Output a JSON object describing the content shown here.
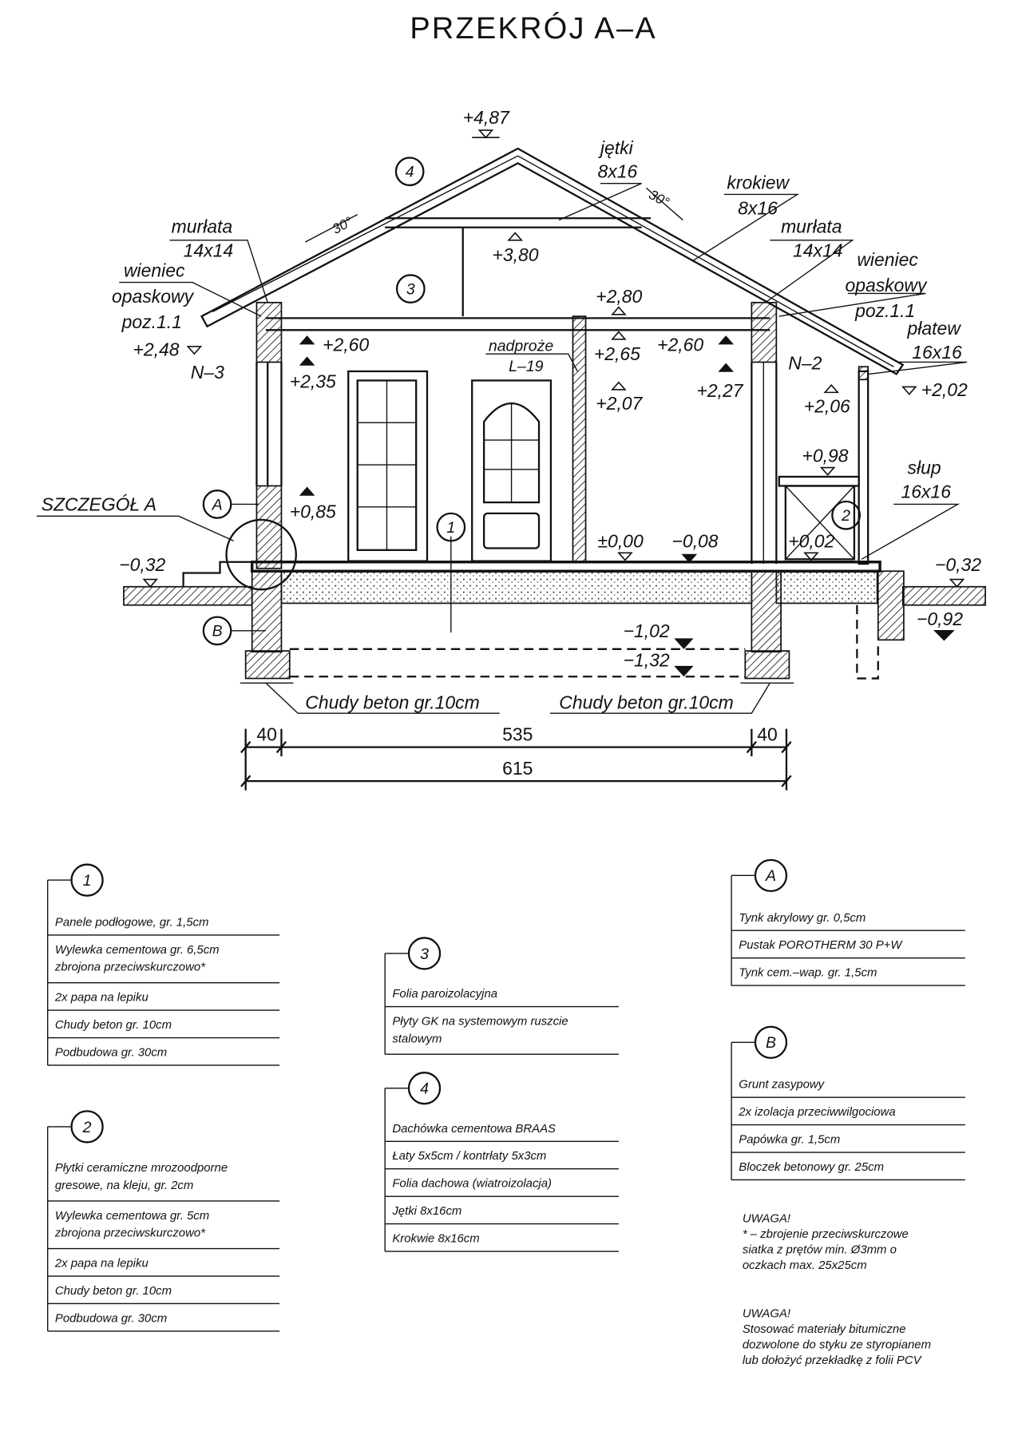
{
  "title": "PRZEKRÓJ A–A",
  "labels": {
    "jetki": "jętki",
    "jetki_size": "8x16",
    "krokiew": "krokiew",
    "krokiew_size": "8x16",
    "murlata_l": "murłata",
    "murlata_l_size": "14x14",
    "murlata_r": "murłata",
    "murlata_r_size": "14x14",
    "wieniec_l": [
      "wieniec",
      "opaskowy",
      "poz.1.1"
    ],
    "wieniec_r": [
      "wieniec",
      "opaskowy",
      "poz.1.1"
    ],
    "platew": "płatew",
    "platew_size": "16x16",
    "n3": "N–3",
    "n2": "N–2",
    "nadproze": "nadproże",
    "nadproze_type": "L–19",
    "slup": "słup",
    "slup_size": "16x16",
    "szczegol": "SZCZEGÓŁ A",
    "angle_l": "30°",
    "angle_r": "30°",
    "chudy_l": "Chudy beton gr.10cm",
    "chudy_r": "Chudy beton gr.10cm",
    "markers": [
      "1",
      "2",
      "3",
      "4",
      "A",
      "B"
    ]
  },
  "elevations": {
    "ridge": "+4,87",
    "jetki": "+3,80",
    "ceiling": "+2,80",
    "lintel_top": "+2,65",
    "left_top": "+2,60",
    "right_top": "+2,60",
    "left_lintel": "+2,35",
    "mid_lintel": "+2,07",
    "right_lintel": "+2,27",
    "porch_beam": "+2,06",
    "eave_r": "+2,02",
    "eave_l": "+2,48",
    "porch_rail": "+0,98",
    "window_sill": "+0,85",
    "porch_floor": "+0,02",
    "floor": "±0,00",
    "floor_step": "−0,08",
    "ground_l": "−0,32",
    "ground_r": "−0,32",
    "footing_r": "−0,92",
    "found_top": "−1,02",
    "found_bottom": "−1,32"
  },
  "dimensions": {
    "left": "40",
    "middle": "535",
    "right": "40",
    "total": "615"
  },
  "legends": [
    {
      "id": "1",
      "rows": [
        [
          "Panele podłogowe, gr. 1,5cm"
        ],
        [
          "Wylewka cementowa gr. 6,5cm",
          "zbrojona przeciwskurczowo*"
        ],
        [
          "2x papa na lepiku"
        ],
        [
          "Chudy beton gr. 10cm"
        ],
        [
          "Podbudowa gr. 30cm"
        ]
      ]
    },
    {
      "id": "2",
      "rows": [
        [
          "Płytki ceramiczne mrozoodporne",
          "gresowe, na kleju, gr. 2cm"
        ],
        [
          "Wylewka cementowa gr. 5cm",
          "zbrojona przeciwskurczowo*"
        ],
        [
          "2x papa na lepiku"
        ],
        [
          "Chudy beton gr. 10cm"
        ],
        [
          "Podbudowa gr. 30cm"
        ]
      ]
    },
    {
      "id": "3",
      "rows": [
        [
          "Folia paroizolacyjna"
        ],
        [
          "Płyty GK na systemowym ruszcie",
          "stalowym"
        ]
      ]
    },
    {
      "id": "4",
      "rows": [
        [
          "Dachówka cementowa BRAAS"
        ],
        [
          "Łaty 5x5cm / kontrłaty 5x3cm"
        ],
        [
          "Folia dachowa (wiatroizolacja)"
        ],
        [
          "Jętki 8x16cm"
        ],
        [
          "Krokwie 8x16cm"
        ]
      ]
    },
    {
      "id": "A",
      "rows": [
        [
          "Tynk akrylowy gr. 0,5cm"
        ],
        [
          "Pustak POROTHERM 30 P+W"
        ],
        [
          "Tynk cem.–wap. gr. 1,5cm"
        ]
      ]
    },
    {
      "id": "B",
      "rows": [
        [
          "Grunt zasypowy"
        ],
        [
          "2x izolacja przeciwwilgociowa"
        ],
        [
          "Papówka gr. 1,5cm"
        ],
        [
          "Bloczek betonowy gr. 25cm"
        ]
      ]
    }
  ],
  "notes": [
    [
      "UWAGA!",
      "* – zbrojenie przeciwskurczowe",
      "siatka z prętów min. Ø3mm o",
      "oczkach max. 25x25cm"
    ],
    [
      "UWAGA!",
      "Stosować materiały bitumiczne",
      "dozwolone do styku ze styropianem",
      "lub dołożyć przekładkę z folii PCV"
    ]
  ]
}
